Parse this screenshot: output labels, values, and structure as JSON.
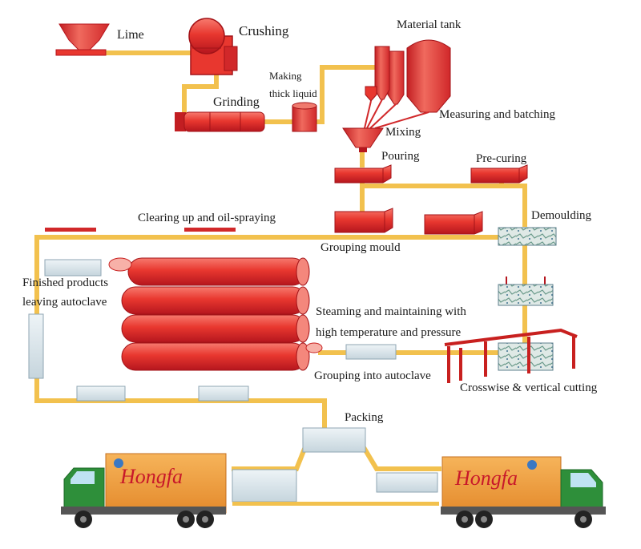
{
  "colors": {
    "pipe": "#f2c14e",
    "machine_red": "#e8372f",
    "machine_dark": "#b5161e",
    "panel_fill": "#dde8ee",
    "panel_edge": "#8fa6b3",
    "truck_box": "#f0a040",
    "truck_cab": "#2e8f3a",
    "truck_logo": "#c8182a"
  },
  "labels": {
    "lime": "Lime",
    "crushing": "Crushing",
    "material_tank": "Material tank",
    "making_thick_liquid_1": "Making",
    "making_thick_liquid_2": "thick liquid",
    "grinding": "Grinding",
    "measuring_batching": "Measuring and batching",
    "mixing": "Mixing",
    "pouring": "Pouring",
    "pre_curing": "Pre-curing",
    "clearing_oil_spraying": "Clearing up and oil-spraying",
    "demoulding": "Demoulding",
    "grouping_mould": "Grouping mould",
    "finished_products_1": "Finished products",
    "finished_products_2": "leaving autoclave",
    "steaming_1": "Steaming and maintaining with",
    "steaming_2": "high temperature and pressure",
    "grouping_autoclave": "Grouping into autoclave",
    "cutting": "Crosswise & vertical cutting",
    "packing": "Packing"
  },
  "trucks": {
    "left_logo": "Hongfa",
    "right_logo": "Hongfa"
  }
}
